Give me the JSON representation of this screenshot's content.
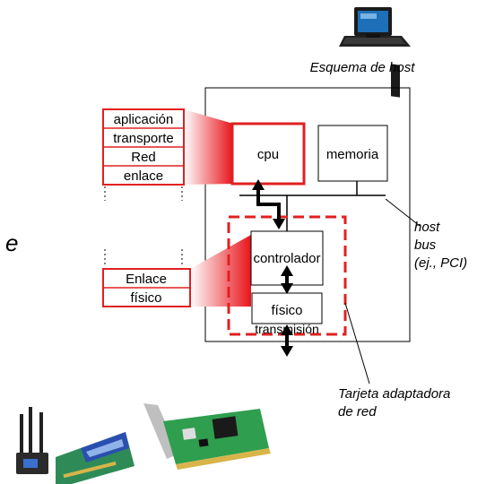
{
  "host_caption": "Esquema de host",
  "host_stack": [
    "aplicación",
    "transporte",
    "Red",
    "enlace"
  ],
  "adapter_stack": [
    "Enlace",
    "físico"
  ],
  "left_letter": "e",
  "boxes": {
    "cpu": "cpu",
    "memory": "memoria",
    "controller": "controlador",
    "physical": "físico",
    "transmission": "transmisión"
  },
  "bus_label": [
    "host",
    "bus",
    "(ej., PCI)"
  ],
  "adapter_label": [
    "Tarjeta adaptadora",
    "de red"
  ],
  "colors": {
    "highlight": "#e02020",
    "outline": "#000000"
  }
}
